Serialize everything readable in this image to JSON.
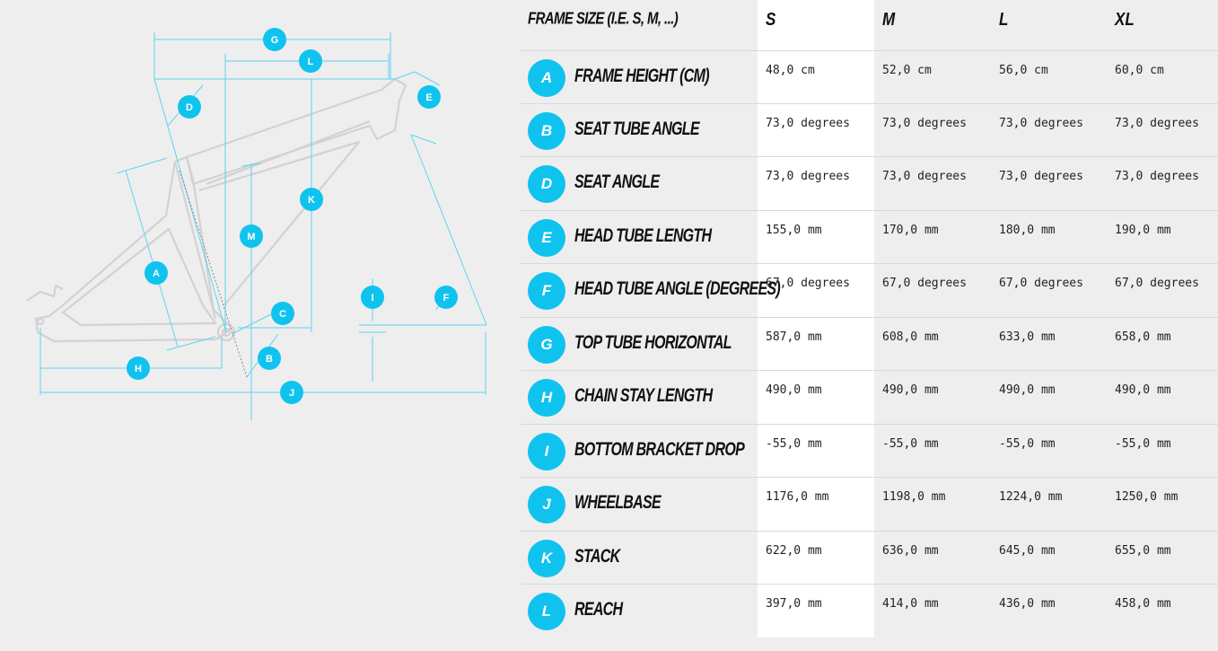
{
  "table": {
    "header": {
      "label": "FRAME SIZE (I.E. S, M, ...)",
      "sizes": [
        "S",
        "M",
        "L",
        "XL"
      ]
    },
    "rows": [
      {
        "letter": "A",
        "label": "FRAME HEIGHT (CM)",
        "values": [
          "48,0 cm",
          "52,0 cm",
          "56,0 cm",
          "60,0 cm"
        ]
      },
      {
        "letter": "B",
        "label": "SEAT TUBE ANGLE",
        "values": [
          "73,0 degrees",
          "73,0 degrees",
          "73,0 degrees",
          "73,0 degrees"
        ]
      },
      {
        "letter": "D",
        "label": "SEAT ANGLE",
        "values": [
          "73,0 degrees",
          "73,0 degrees",
          "73,0 degrees",
          "73,0 degrees"
        ]
      },
      {
        "letter": "E",
        "label": "HEAD TUBE LENGTH",
        "values": [
          "155,0 mm",
          "170,0 mm",
          "180,0 mm",
          "190,0 mm"
        ]
      },
      {
        "letter": "F",
        "label": "HEAD TUBE ANGLE (DEGREES)",
        "values": [
          "67,0 degrees",
          "67,0 degrees",
          "67,0 degrees",
          "67,0 degrees"
        ]
      },
      {
        "letter": "G",
        "label": "TOP TUBE HORIZONTAL",
        "values": [
          "587,0 mm",
          "608,0 mm",
          "633,0 mm",
          "658,0 mm"
        ]
      },
      {
        "letter": "H",
        "label": "CHAIN STAY LENGTH",
        "values": [
          "490,0 mm",
          "490,0 mm",
          "490,0 mm",
          "490,0 mm"
        ]
      },
      {
        "letter": "I",
        "label": "BOTTOM BRACKET DROP",
        "values": [
          "-55,0 mm",
          "-55,0 mm",
          "-55,0 mm",
          "-55,0 mm"
        ]
      },
      {
        "letter": "J",
        "label": "WHEELBASE",
        "values": [
          "1176,0 mm",
          "1198,0 mm",
          "1224,0 mm",
          "1250,0 mm"
        ]
      },
      {
        "letter": "K",
        "label": "STACK",
        "values": [
          "622,0 mm",
          "636,0 mm",
          "645,0 mm",
          "655,0 mm"
        ]
      },
      {
        "letter": "L",
        "label": "REACH",
        "values": [
          "397,0 mm",
          "414,0 mm",
          "436,0 mm",
          "458,0 mm"
        ]
      }
    ]
  },
  "diagram": {
    "labels": [
      "G",
      "L",
      "D",
      "E",
      "K",
      "M",
      "A",
      "I",
      "F",
      "C",
      "B",
      "H",
      "J"
    ]
  },
  "colors": {
    "accent": "#10c3ef",
    "frame": "#d2d2d2",
    "dimension": "#5fd3f3",
    "background": "#eeeeee"
  }
}
